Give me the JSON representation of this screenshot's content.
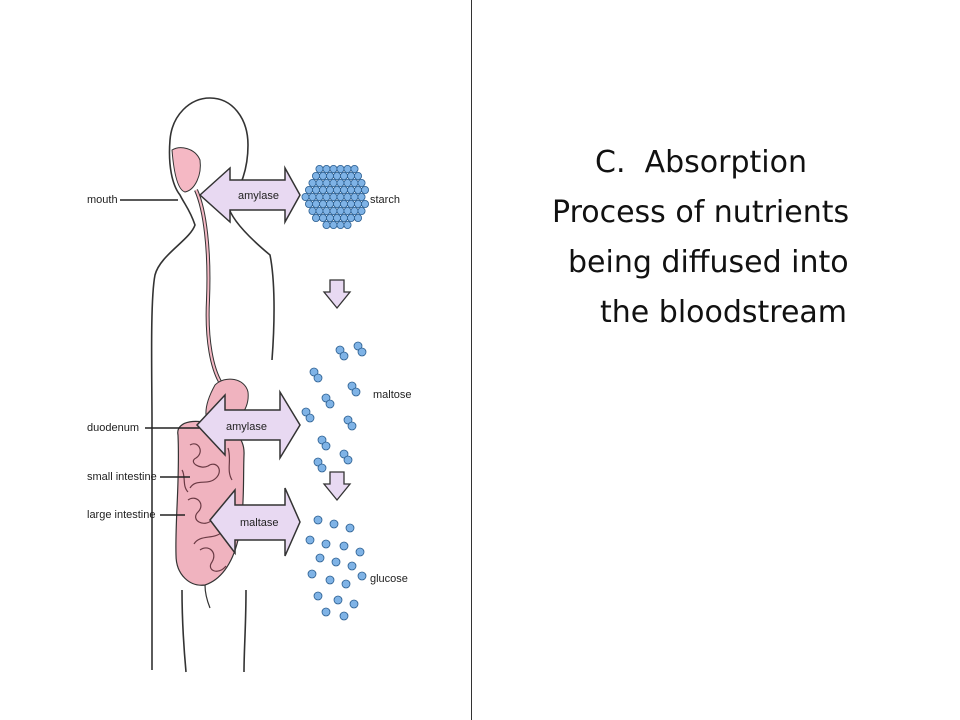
{
  "slide": {
    "heading_marker": "C.",
    "heading": "Absorption",
    "body_lines": [
      "Process of nutrients",
      "being diffused into",
      "the bloodstream"
    ]
  },
  "diagram": {
    "organ_labels": [
      "mouth",
      "duodenum",
      "small intestine",
      "large intestine"
    ],
    "enzyme_labels": [
      "amylase",
      "amylase",
      "maltase"
    ],
    "molecule_labels": [
      "starch",
      "maltose",
      "glucose"
    ]
  },
  "colors": {
    "arrow_fill": "#e8d9f2",
    "molecule_fill": "#7fb3e6",
    "intestine_fill": "#f0b3bf",
    "mouth_fill": "#f5b8c4"
  }
}
